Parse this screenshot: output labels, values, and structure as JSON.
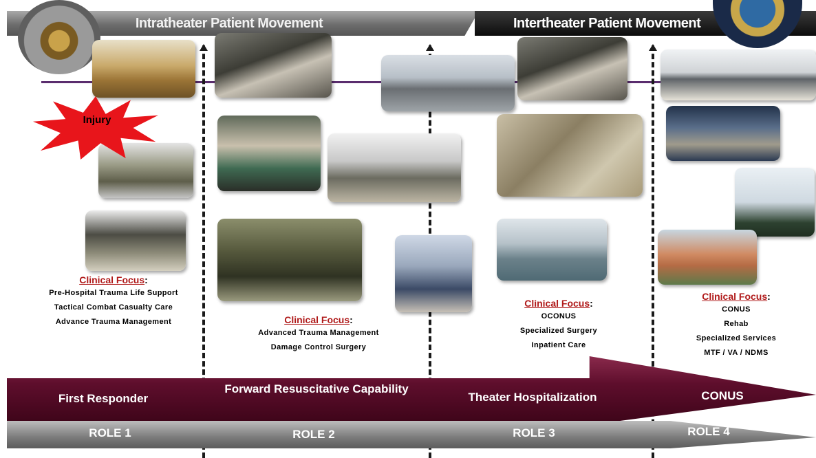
{
  "header": {
    "intratheater": "Intratheater Patient Movement",
    "intertheater": "Intertheater Patient Movement"
  },
  "injury_label": "Injury",
  "clinical_focus_title": "Clinical Focus",
  "roles": [
    {
      "name": "First Responder",
      "number": "ROLE 1",
      "focus": [
        "Pre-Hospital Trauma Life Support",
        "Tactical Combat Casualty Care",
        "Advance Trauma Management"
      ]
    },
    {
      "name": "Forward Resuscitative Capability",
      "number": "ROLE 2",
      "focus": [
        "Advanced Trauma Management",
        "Damage Control Surgery"
      ]
    },
    {
      "name": "Theater Hospitalization",
      "number": "ROLE 3",
      "focus": [
        "OCONUS",
        "Specialized Surgery",
        "Inpatient Care"
      ]
    },
    {
      "name": "CONUS",
      "number": "ROLE 4",
      "focus": [
        "CONUS",
        "Rehab",
        "Specialized Services",
        "MTF / VA / NDMS"
      ]
    }
  ],
  "colors": {
    "timeline": "#5a2d6e",
    "arrow": "#5e0e2c",
    "injury": "#e8151b",
    "focus_title": "#b01a1a"
  }
}
